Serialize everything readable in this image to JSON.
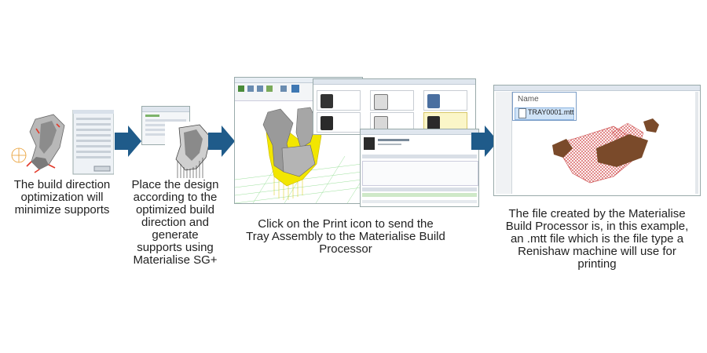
{
  "captions": {
    "step1": [
      "The build direction",
      "optimization will",
      "minimize supports"
    ],
    "step2": [
      "Place the design",
      "according to the",
      "optimized build",
      "direction and",
      "generate",
      "supports using",
      "Materialise SG+"
    ],
    "step3": [
      "Click on the Print icon to send the",
      "Tray Assembly to the Materialise Build",
      "Processor"
    ],
    "step4": [
      "The file created by the Materialise",
      "Build Processor is, in this example,",
      "an .mtt file which is the file type a",
      "Renishaw machine will use for",
      "printing"
    ]
  },
  "file_panel": {
    "header": "Name",
    "file": "TRAY0001.mtt"
  },
  "colors": {
    "arrow": "#1f5b8a",
    "support_yellow": "#f2e600",
    "part_grey": "#9a9a9a",
    "slice_red": "#d24a4a",
    "slice_brown": "#7a4a2a"
  }
}
